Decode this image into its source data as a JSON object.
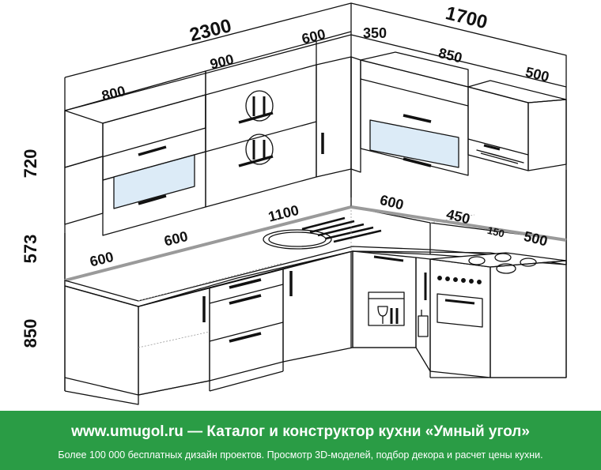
{
  "dimensions": {
    "wall_left_total": "2300",
    "wall_right_total": "1700",
    "upper_left_800": "800",
    "upper_mid_900": "900",
    "upper_tall_600": "600",
    "upper_corner_350": "350",
    "upper_right_850": "850",
    "upper_right_500": "500",
    "height_upper": "720",
    "height_backsplash": "573",
    "height_base": "850",
    "counter_1100": "1100",
    "counter_600_right": "600",
    "counter_450": "450",
    "counter_150": "150",
    "counter_500": "500",
    "counter_600_mid": "600",
    "counter_600_left": "600"
  },
  "banner": {
    "title": "www.umugol.ru  —  Каталог и конструктор кухни «Умный угол»",
    "subtitle": "Более 100 000 бесплатных дизайн проектов. Просмотр 3D-моделей, подбор декора и расчет цены кухни."
  },
  "colors": {
    "banner_green": "#2a9c45",
    "glass_blue": "#dcebf7",
    "line": "#111111",
    "countertop_gray": "#9a9a9a"
  }
}
